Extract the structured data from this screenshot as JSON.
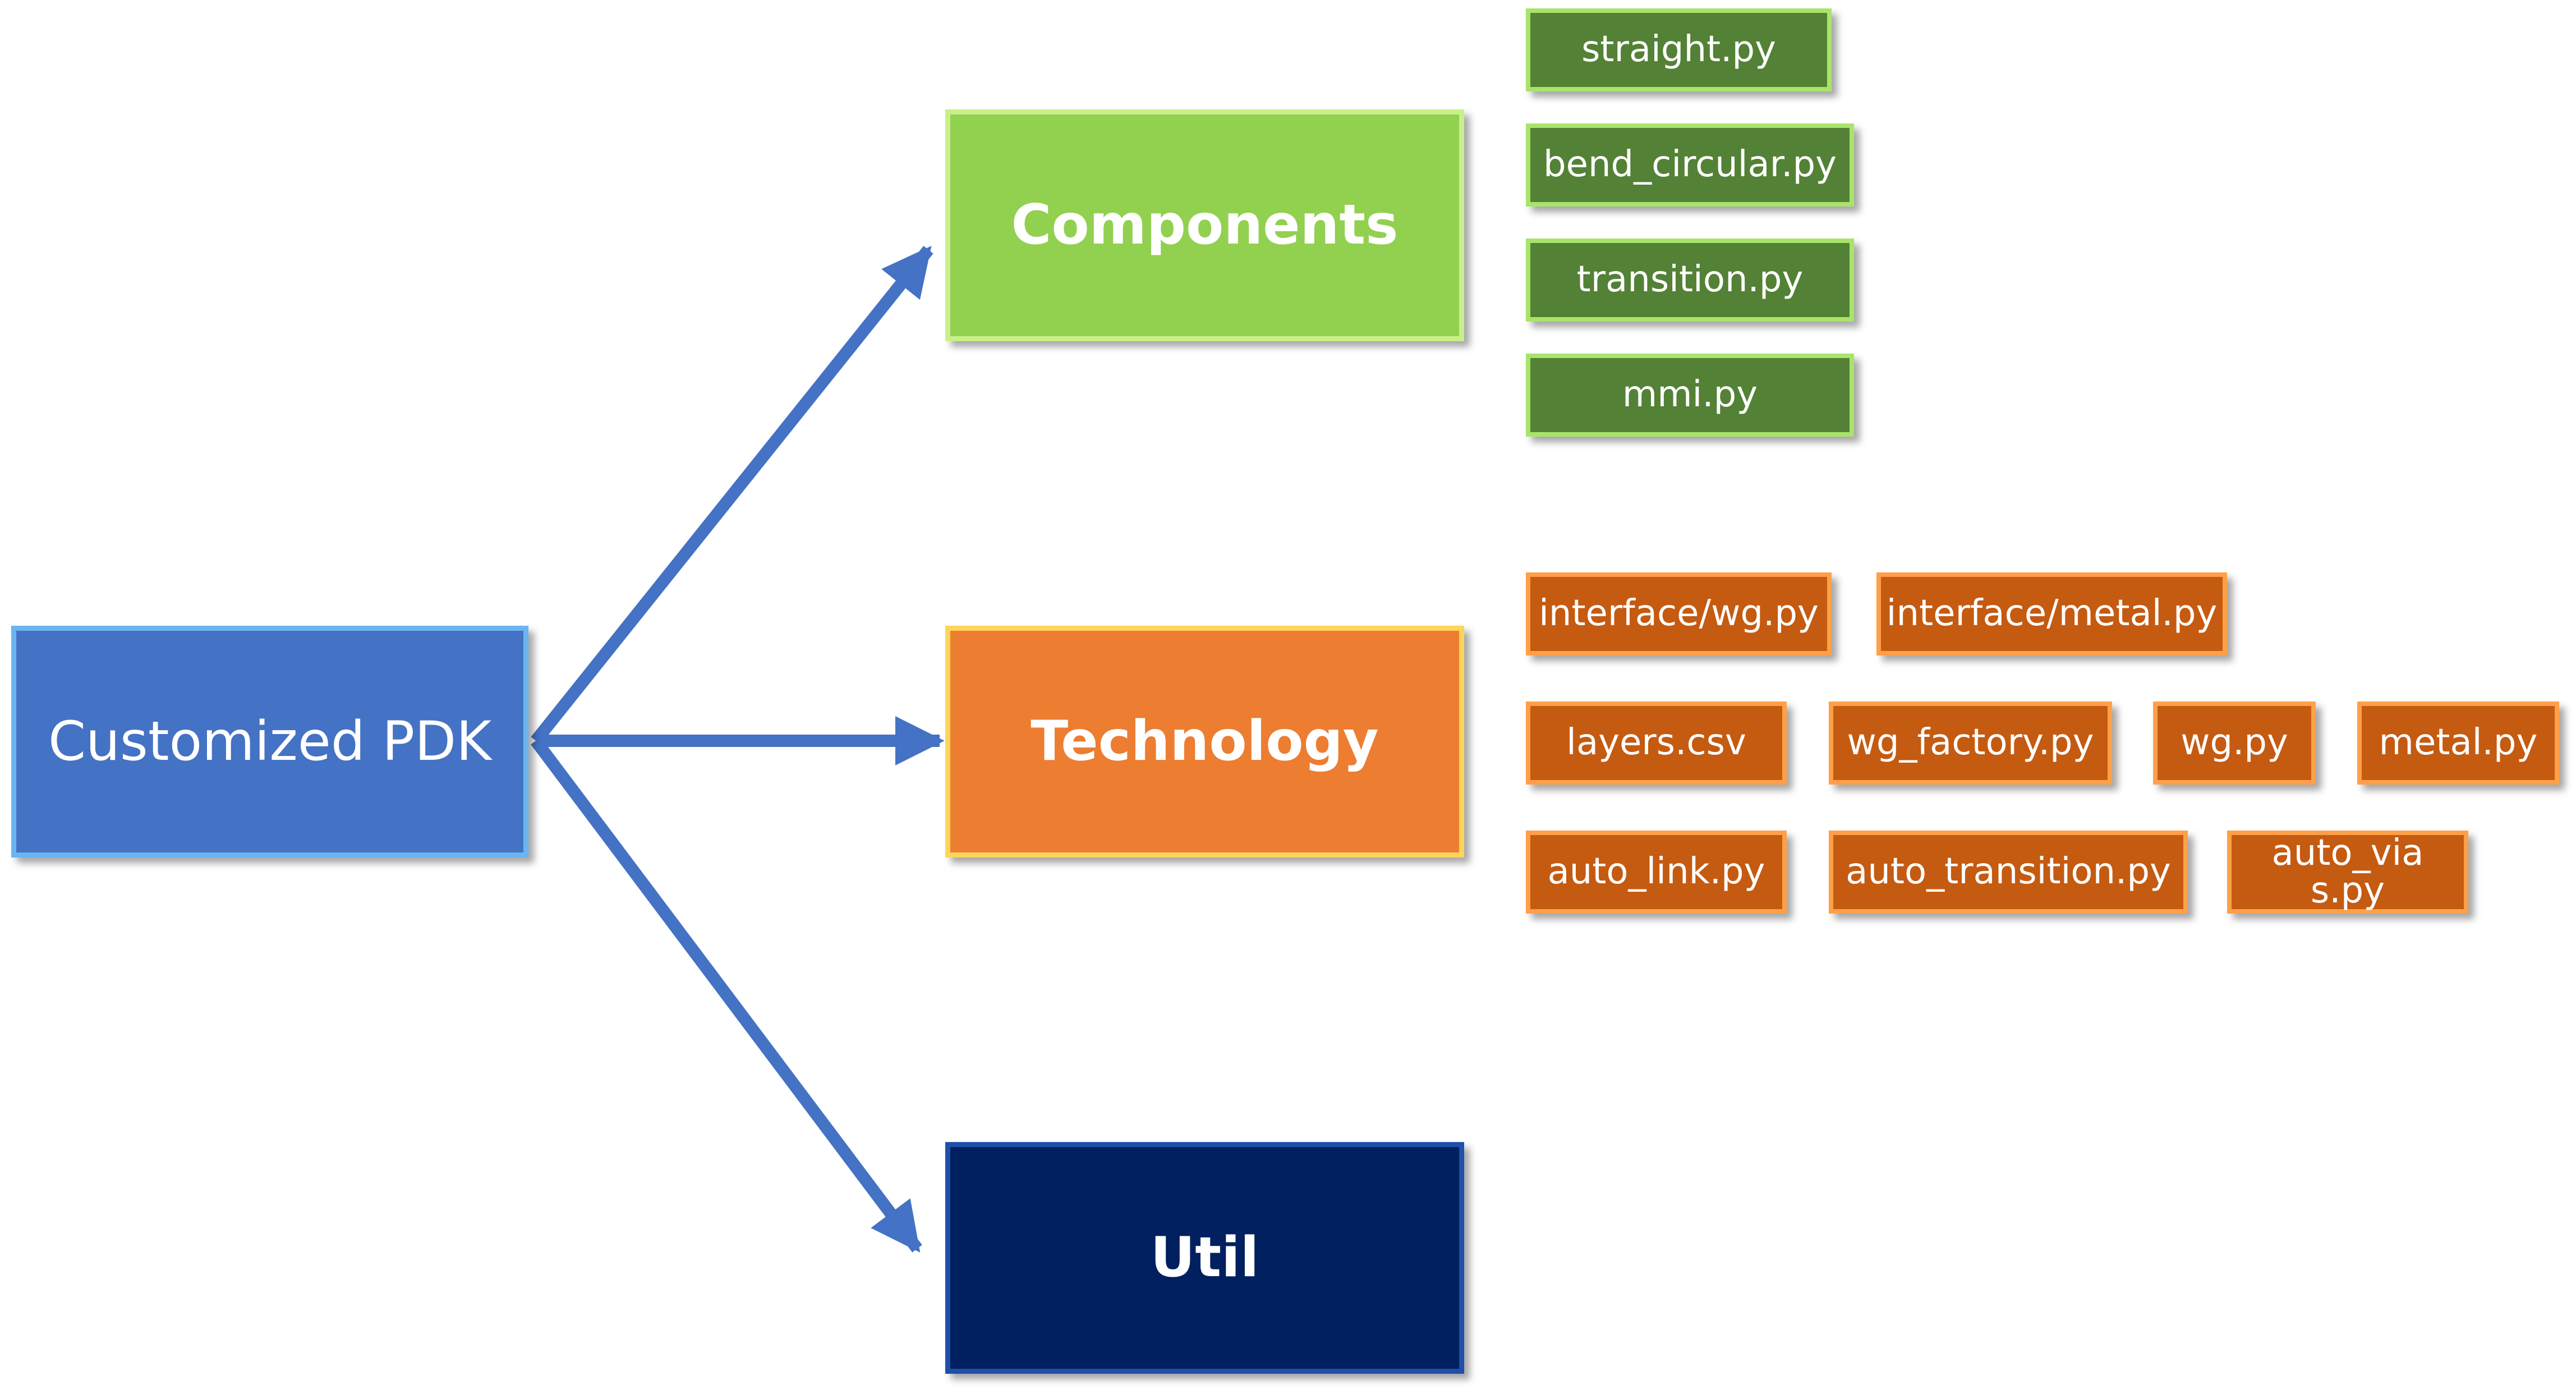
{
  "root": {
    "label": "Customized PDK"
  },
  "categories": {
    "components": "Components",
    "technology": "Technology",
    "util": "Util"
  },
  "components_files": [
    "straight.py",
    "bend_circular.py",
    "transition.py",
    "mmi.py"
  ],
  "technology_files": {
    "row1": [
      "interface/wg.py",
      "interface/metal.py"
    ],
    "row2": [
      "layers.csv",
      "wg_factory.py",
      "wg.py",
      "metal.py"
    ],
    "row3": [
      "auto_link.py",
      "auto_transition.py",
      "auto_vias.py"
    ]
  },
  "colors": {
    "arrow": "#4472C4",
    "root_fill": "#4472C4",
    "components_fill": "#92D050",
    "technology_fill": "#ED7D31",
    "util_fill": "#002060",
    "component_file_fill": "#538135",
    "technology_file_fill": "#C55A11"
  }
}
